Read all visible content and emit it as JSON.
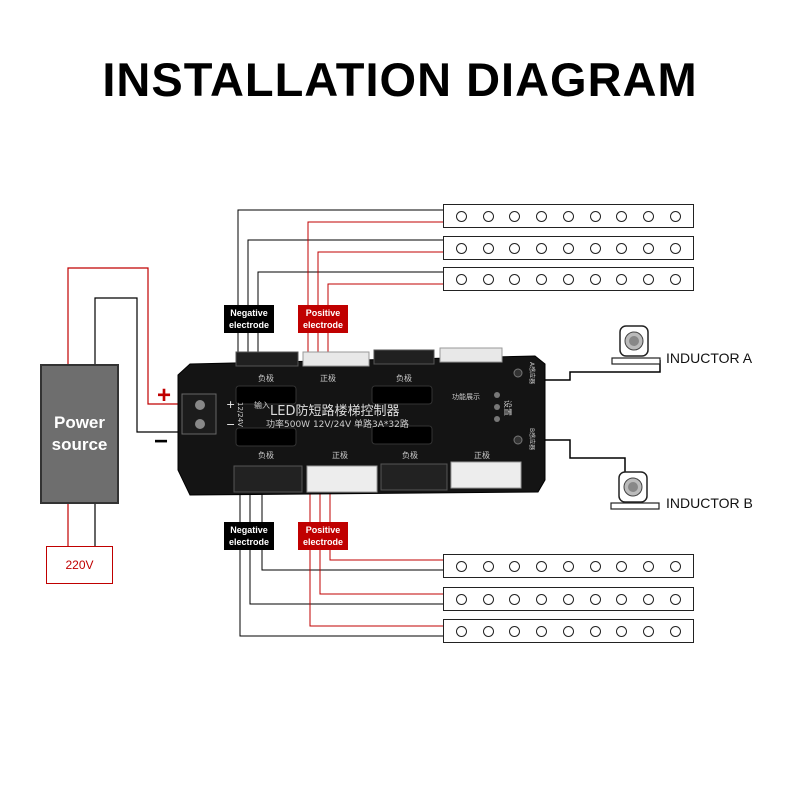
{
  "title": "INSTALLATION DIAGRAM",
  "power_source": {
    "label_line1": "Power",
    "label_line2": "source"
  },
  "mains": "220V",
  "polarity": {
    "plus": "+",
    "minus": "−"
  },
  "electrode_tags": {
    "top_negative": {
      "line1": "Negative",
      "line2": "electrode"
    },
    "top_positive": {
      "line1": "Positive",
      "line2": "electrode"
    },
    "bottom_negative": {
      "line1": "Negative",
      "line2": "electrode"
    },
    "bottom_positive": {
      "line1": "Positive",
      "line2": "electrode"
    }
  },
  "inductors": {
    "a": "INDUCTOR A",
    "b": "INDUCTOR B"
  },
  "controller": {
    "title": "LED防短路楼梯控制器",
    "spec": "功率500W 12V/24V 单路3A*32路",
    "input_label": "输入",
    "voltage": "12/24V",
    "input_plus": "+",
    "input_minus": "−",
    "port_labels_top": [
      "负极",
      "正极",
      "负极"
    ],
    "port_labels_bottom": [
      "负极",
      "正极",
      "负极",
      "正极"
    ],
    "function_label": "功能展示",
    "setting_label": "设置",
    "sensor_a_label": "A感应器",
    "sensor_b_label": "B感应器"
  },
  "colors": {
    "wire_red": "#c00000",
    "wire_black": "#000000",
    "board": "#111111"
  },
  "led_strips": {
    "count_top": 3,
    "count_bottom": 3,
    "leds_per_strip": 9
  }
}
